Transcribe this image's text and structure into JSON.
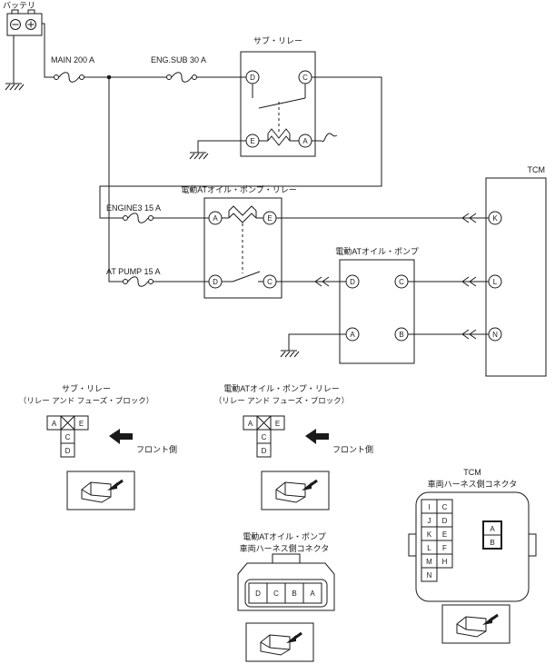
{
  "schematic": {
    "battery_label": "バッテリ",
    "fuse_main": "MAIN 200 A",
    "fuse_eng_sub": "ENG.SUB 30 A",
    "fuse_engine3": "ENGINE3 15 A",
    "fuse_at_pump": "AT PUMP 15 A",
    "sub_relay": {
      "title": "サブ・リレー",
      "tl": "D",
      "tr": "C",
      "bl": "E",
      "br": "A"
    },
    "pump_relay": {
      "title": "電動ATオイル・ポンプ・リレー",
      "tl": "A",
      "tr": "E",
      "bl": "D",
      "br": "C"
    },
    "pump": {
      "title": "電動ATオイル・ポンプ",
      "tl": "D",
      "tr": "C",
      "bl": "A",
      "br": "B"
    },
    "tcm": {
      "title": "TCM",
      "k": "K",
      "l": "L",
      "n": "N"
    }
  },
  "connectors": {
    "sub_relay": {
      "title": "サブ・リレー",
      "subtitle": "（リレー アンド フューズ・ブロック）",
      "front": "フロント側",
      "a": "A",
      "e": "E",
      "c": "C",
      "d": "D"
    },
    "pump_relay": {
      "title": "電動ATオイル・ポンプ・リレー",
      "subtitle": "（リレー アンド フューズ・ブロック）",
      "front": "フロント側",
      "a": "A",
      "e": "E",
      "c": "C",
      "d": "D"
    },
    "pump": {
      "title": "電動ATオイル・ポンプ",
      "subtitle": "車両ハーネス側コネクタ",
      "p1": "D",
      "p2": "C",
      "p3": "B",
      "p4": "A"
    },
    "tcm": {
      "title": "TCM",
      "subtitle": "車両ハーネス側コネクタ",
      "col1": [
        "I",
        "J",
        "K",
        "L",
        "M",
        "N"
      ],
      "col2": [
        "C",
        "D",
        "E",
        "F",
        "H"
      ],
      "hl": [
        "A",
        "B"
      ]
    }
  }
}
